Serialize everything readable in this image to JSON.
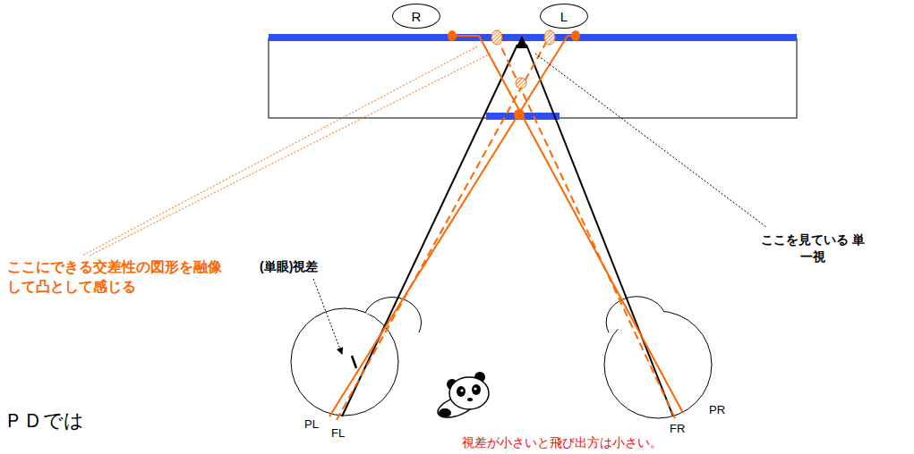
{
  "diagram": {
    "nodes": [
      {
        "text": [
          "R"
        ]
      },
      {
        "text": [
          "L"
        ]
      }
    ],
    "labels": [
      "ここを見ている 単一視",
      "(単眼)視差",
      "ここにできる交差性の図形を融像して凸として感じる",
      "PL",
      "FL",
      "FR",
      "PR",
      "視差が小さいと飛び出方は小さい。",
      "ＰＤでは"
    ]
  }
}
